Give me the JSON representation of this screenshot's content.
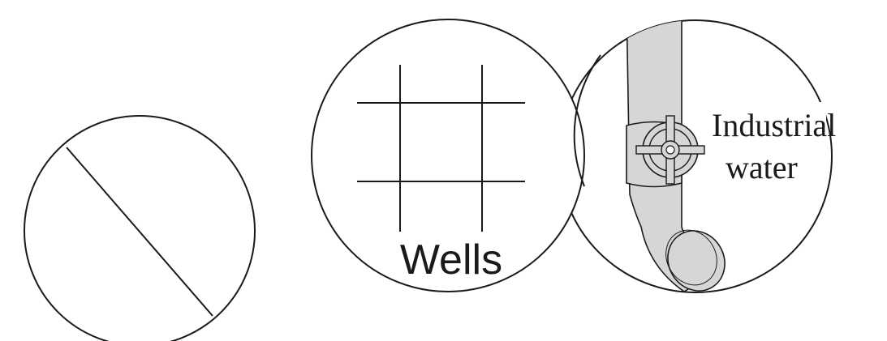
{
  "labels": {
    "wells": "Wells",
    "industrial_line1": "Industrial",
    "industrial_line2": "water"
  },
  "colors": {
    "stroke": "#1a1a1a",
    "pipe_fill": "#d6d6d6",
    "background": "#ffffff"
  }
}
